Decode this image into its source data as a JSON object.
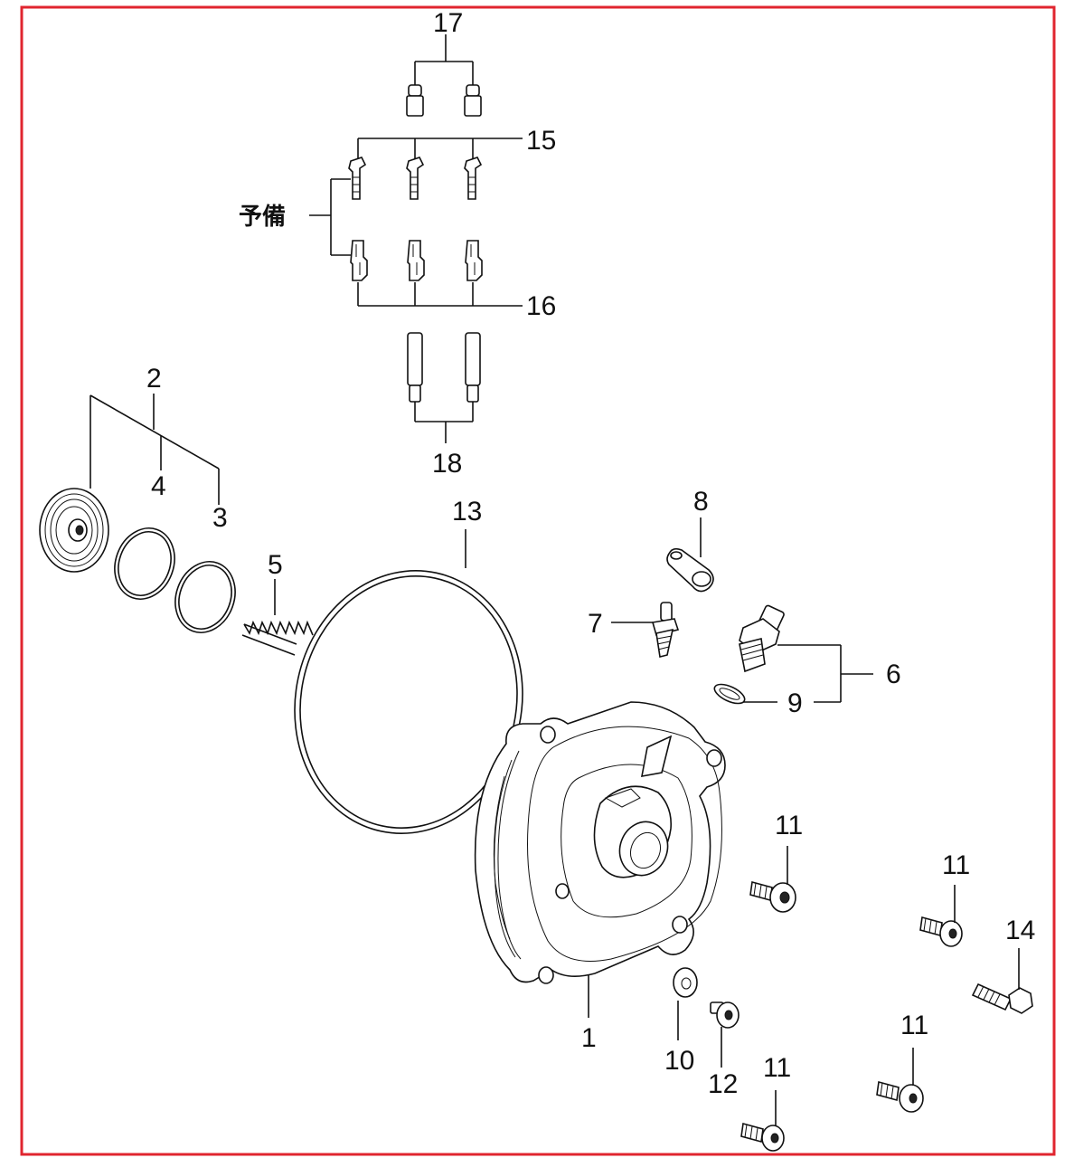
{
  "frame": {
    "border_color": "#e0252f"
  },
  "labels": {
    "spare": "予備",
    "p1": "1",
    "p2": "2",
    "p3": "3",
    "p4": "4",
    "p5": "5",
    "p6": "6",
    "p7": "7",
    "p8": "8",
    "p9": "9",
    "p10": "10",
    "p11a": "11",
    "p11b": "11",
    "p11c": "11",
    "p11d": "11",
    "p12": "12",
    "p13": "13",
    "p14": "14",
    "p15": "15",
    "p16": "16",
    "p17": "17",
    "p18": "18"
  }
}
